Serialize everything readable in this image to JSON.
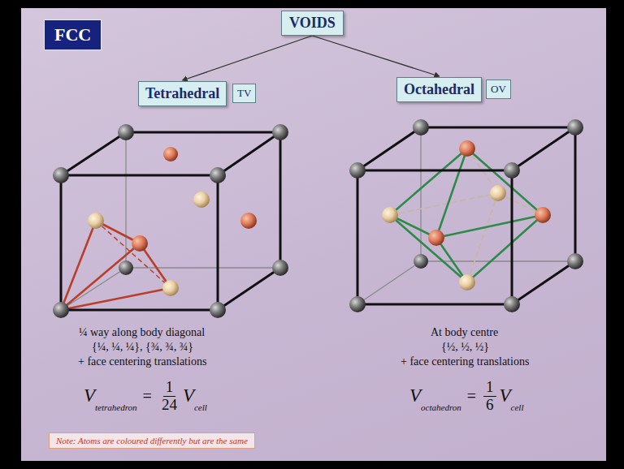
{
  "diagram": {
    "nodes": [
      {
        "text": [
          "FCC"
        ]
      },
      {
        "text": [
          "VOIDS"
        ]
      },
      {
        "text": [
          "Tetrahedral"
        ]
      },
      {
        "text": [
          "TV"
        ]
      },
      {
        "text": [
          "Octahedral"
        ]
      },
      {
        "text": [
          "OV"
        ]
      },
      {
        "text": [
          "Note: Atoms are coloured differently but are the same"
        ]
      }
    ],
    "edges": [
      {
        "from": 1,
        "to": 2,
        "arrow": "to"
      },
      {
        "from": 1,
        "to": 4,
        "arrow": "to"
      }
    ],
    "labels": [
      "¼ way along body diagonal",
      "{¼, ¼, ¼}, {¾, ¾, ¾}",
      "+ face centering translations",
      "V",
      "tetrahedron",
      "=",
      "1",
      "24",
      "V",
      "cell",
      "At body centre",
      "{½, ½, ½}",
      "+ face centering translations",
      "V",
      "octahedron",
      "=",
      "1",
      "6",
      "V",
      "cell"
    ]
  }
}
